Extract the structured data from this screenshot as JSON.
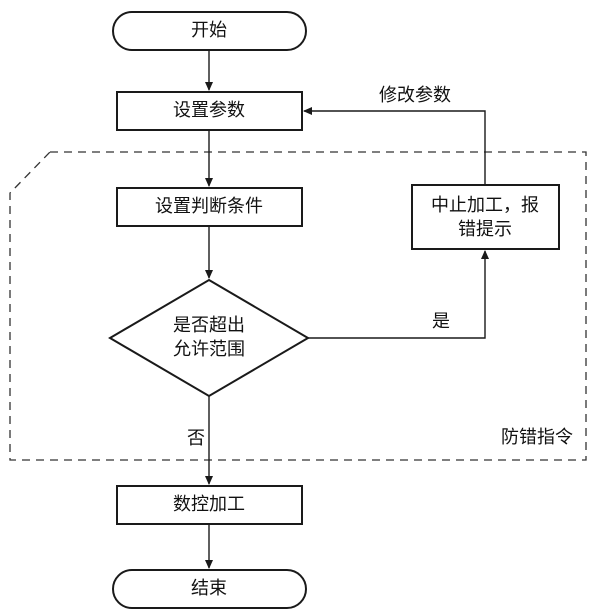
{
  "nodes": {
    "start": "开始",
    "set_params": "设置参数",
    "set_conditions": "设置判断条件",
    "decision_line1": "是否超出",
    "decision_line2": "允许范围",
    "stop_line1": "中止加工，报",
    "stop_line2": "错提示",
    "cnc": "数控加工",
    "end": "结束"
  },
  "edges": {
    "yes": "是",
    "no": "否",
    "modify": "修改参数"
  },
  "region": {
    "label": "防错指令"
  },
  "colors": {
    "stroke": "#1a1a1a",
    "dashed": "#333333",
    "text": "#111111",
    "background": "#ffffff"
  }
}
